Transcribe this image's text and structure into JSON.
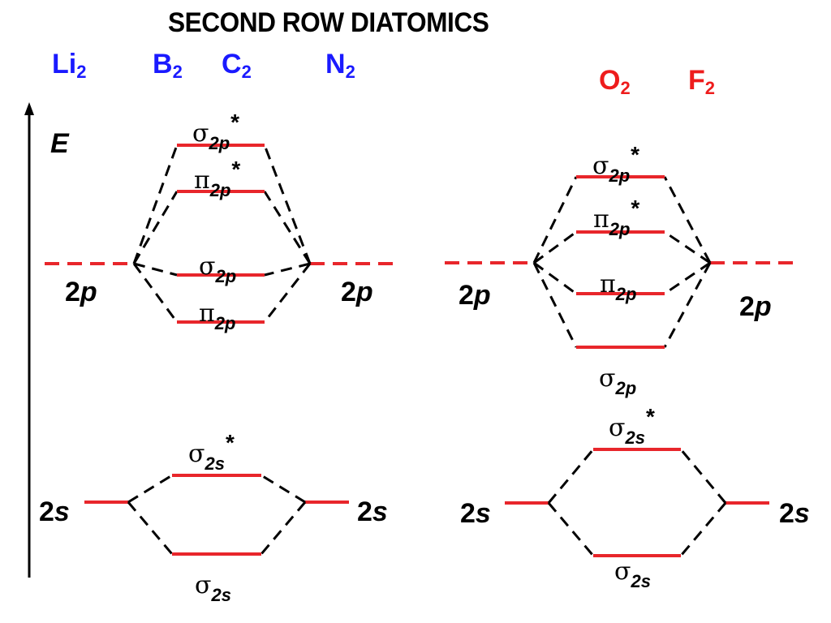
{
  "title": "SECOND ROW DIATOMICS",
  "energy_label": "E",
  "colors": {
    "level": "#e8262b",
    "connector": "#000000",
    "blue_text": "#1a1aff",
    "red_text": "#ee1c1c"
  },
  "molecules": {
    "li2": {
      "base": "Li",
      "sub": "2"
    },
    "b2": {
      "base": "B",
      "sub": "2"
    },
    "c2": {
      "base": "C",
      "sub": "2"
    },
    "n2": {
      "base": "N",
      "sub": "2"
    },
    "o2": {
      "base": "O",
      "sub": "2"
    },
    "f2": {
      "base": "F",
      "sub": "2"
    }
  },
  "atomic_orbitals": {
    "num": "2",
    "p": "p",
    "s": "s"
  },
  "mo_labels": {
    "sigma": "σ",
    "pi": "π",
    "sub_2p": "2p",
    "sub_2s": "2s",
    "star": "*"
  }
}
